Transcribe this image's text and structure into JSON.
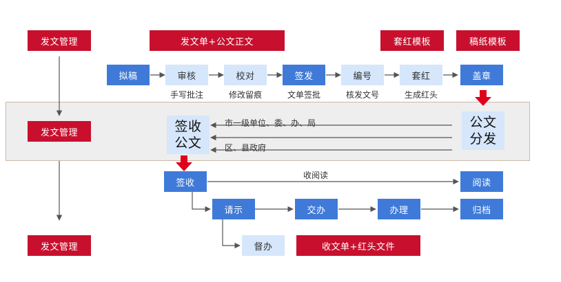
{
  "colors": {
    "red": "#c8102e",
    "blue": "#3f7ad9",
    "light_blue": "#d6e6fb",
    "band": "#eeeeee",
    "line": "#555555"
  },
  "left_column": [
    "发文管理",
    "发文管理",
    "发文管理"
  ],
  "top_labels": {
    "doc_form": "发文单+公文正文",
    "red_template": "套红模板",
    "paper_template": "稿纸模板"
  },
  "flow_steps": [
    {
      "label": "拟稿",
      "caption": ""
    },
    {
      "label": "审核",
      "caption": "手写批注"
    },
    {
      "label": "校对",
      "caption": "修改留痕"
    },
    {
      "label": "签发",
      "caption": "文单签批"
    },
    {
      "label": "编号",
      "caption": "核发文号"
    },
    {
      "label": "套红",
      "caption": "生成红头"
    },
    {
      "label": "盖章",
      "caption": ""
    }
  ],
  "distribution": {
    "receive_box": [
      "签收",
      "公文"
    ],
    "send_box": [
      "公文",
      "分发"
    ],
    "recipients": [
      "市一级单位、委、办、局",
      "区、县政府"
    ]
  },
  "receive_flow": {
    "sign": "签收",
    "read_label": "收阅读",
    "read": "阅读",
    "request": "请示",
    "assign": "交办",
    "handle": "办理",
    "archive": "归档",
    "supervise": "督办",
    "receipt_form": "收文单+红头文件"
  }
}
